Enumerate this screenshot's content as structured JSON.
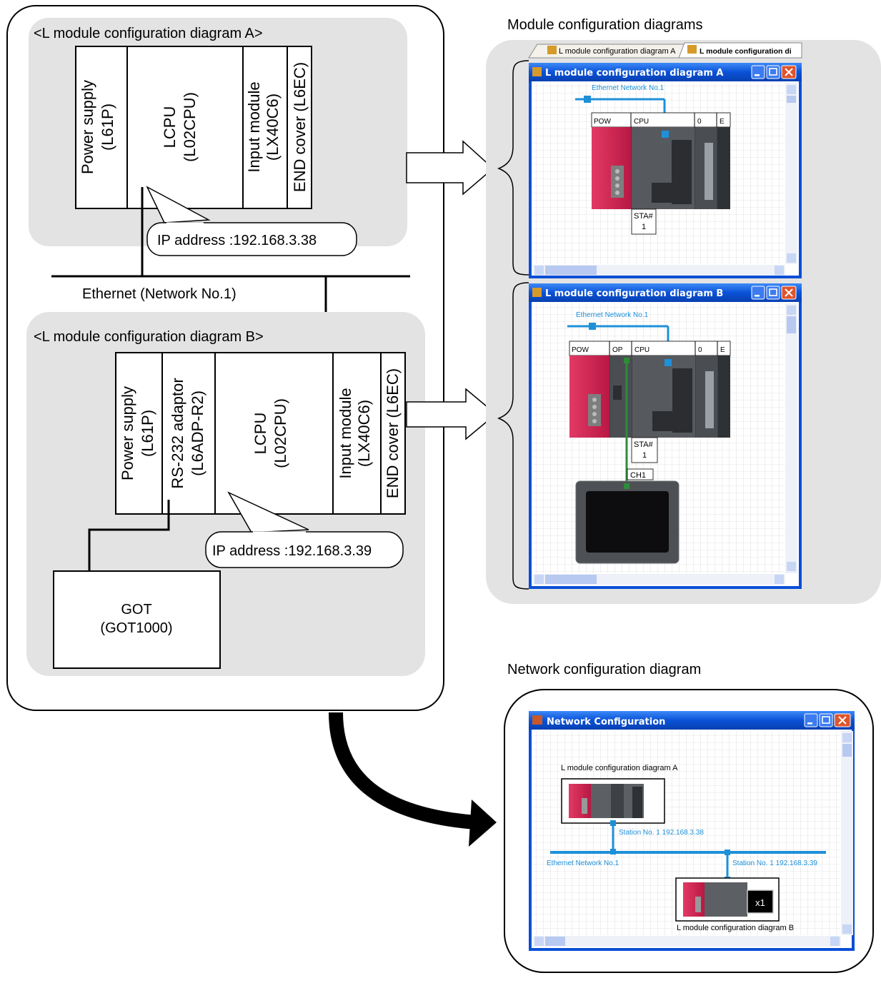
{
  "left": {
    "diagram_a": {
      "title": "<L module configuration diagram A>",
      "modules": [
        {
          "line1": "Power supply",
          "line2": "(L61P)"
        },
        {
          "line1": "LCPU",
          "line2": "(L02CPU)"
        },
        {
          "line1": "Input module",
          "line2": "(LX40C6)"
        },
        {
          "line1": "END cover (L6EC)",
          "line2": ""
        }
      ],
      "ip": "IP address :192.168.3.38"
    },
    "ethernet_label": "Ethernet  (Network No.1)",
    "diagram_b": {
      "title": "<L module configuration diagram B>",
      "modules": [
        {
          "line1": "Power supply",
          "line2": "(L61P)"
        },
        {
          "line1": "RS-232 adaptor",
          "line2": "(L6ADP-R2)"
        },
        {
          "line1": "LCPU",
          "line2": "(L02CPU)"
        },
        {
          "line1": "Input module",
          "line2": "(LX40C6)"
        },
        {
          "line1": "END cover (L6EC)",
          "line2": ""
        }
      ],
      "ip": "IP address :192.168.3.39",
      "got": {
        "line1": "GOT",
        "line2": "(GOT1000)"
      }
    }
  },
  "right": {
    "module_header": "Module configuration diagrams",
    "tabs": [
      "L module configuration diagram A",
      "L module configuration di"
    ],
    "window_a": {
      "title": "L module configuration diagram A",
      "network_label": "Ethernet Network No.1",
      "slots": [
        "POW",
        "CPU",
        "0",
        "E"
      ],
      "station": [
        "STA#",
        "1"
      ]
    },
    "window_b": {
      "title": "L module configuration diagram B",
      "network_label": "Ethernet Network No.1",
      "slots": [
        "POW",
        "OP",
        "CPU",
        "0",
        "E"
      ],
      "station": [
        "STA#",
        "1"
      ],
      "channel": "CH1"
    },
    "network_header": "Network configuration diagram",
    "network_window": {
      "title": "Network Configuration",
      "node_a_label": "L module configuration diagram A",
      "node_b_label": "L module configuration diagram B",
      "station_a": "Station No. 1  192.168.3.38",
      "station_b": "Station No. 1  192.168.3.39",
      "network_label": "Ethernet Network No.1",
      "badge": "x1"
    }
  },
  "colors": {
    "panel_gray": "#e3e3e3",
    "xp_blue": "#0a4fd6",
    "ethernet_blue": "#1e90d8",
    "power_red": "#d42455",
    "module_dark": "#4a4e52",
    "rs232_green": "#2e8b3a"
  }
}
